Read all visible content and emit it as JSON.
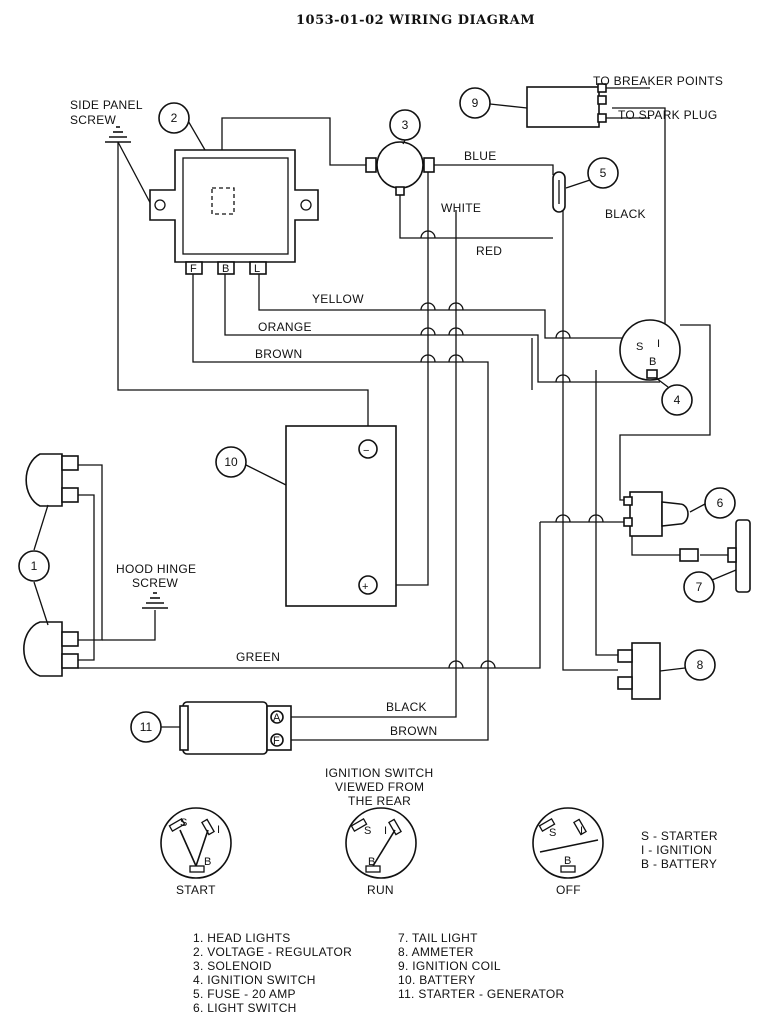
{
  "title": "1053-01-02 WIRING DIAGRAM",
  "labels": {
    "side_panel_screw": [
      "SIDE PANEL",
      "SCREW"
    ],
    "hood_hinge_screw": [
      "HOOD HINGE",
      "SCREW"
    ],
    "to_breaker_points": "TO BREAKER POINTS",
    "to_spark_plug": "TO SPARK PLUG",
    "regulator_terminals": [
      "F",
      "B",
      "L"
    ],
    "starter_terminals": [
      "A",
      "F"
    ],
    "battery_terminals": [
      "−",
      "+"
    ]
  },
  "wires": {
    "blue": "BLUE",
    "white": "WHITE",
    "red": "RED",
    "black_top": "BLACK",
    "yellow": "YELLOW",
    "orange": "ORANGE",
    "brown_top": "BROWN",
    "green": "GREEN",
    "black_bottom": "BLACK",
    "brown_bottom": "BROWN"
  },
  "callouts": [
    "1",
    "2",
    "3",
    "4",
    "5",
    "6",
    "7",
    "8",
    "9",
    "10",
    "11"
  ],
  "switch_section": {
    "heading": [
      "IGNITION SWITCH",
      "VIEWED FROM",
      "THE REAR"
    ],
    "positions": [
      "START",
      "RUN",
      "OFF"
    ],
    "terminal_letters": {
      "s": "S",
      "i": "I",
      "b": "B"
    },
    "key": [
      "S - STARTER",
      "I - IGNITION",
      "B - BATTERY"
    ]
  },
  "legend": {
    "left": [
      "1. HEAD LIGHTS",
      "2. VOLTAGE - REGULATOR",
      "3. SOLENOID",
      "4. IGNITION SWITCH",
      "5. FUSE - 20 AMP",
      "6. LIGHT SWITCH"
    ],
    "right": [
      "7. TAIL LIGHT",
      "8. AMMETER",
      "9. IGNITION COIL",
      "10. BATTERY",
      "11. STARTER - GENERATOR"
    ]
  }
}
